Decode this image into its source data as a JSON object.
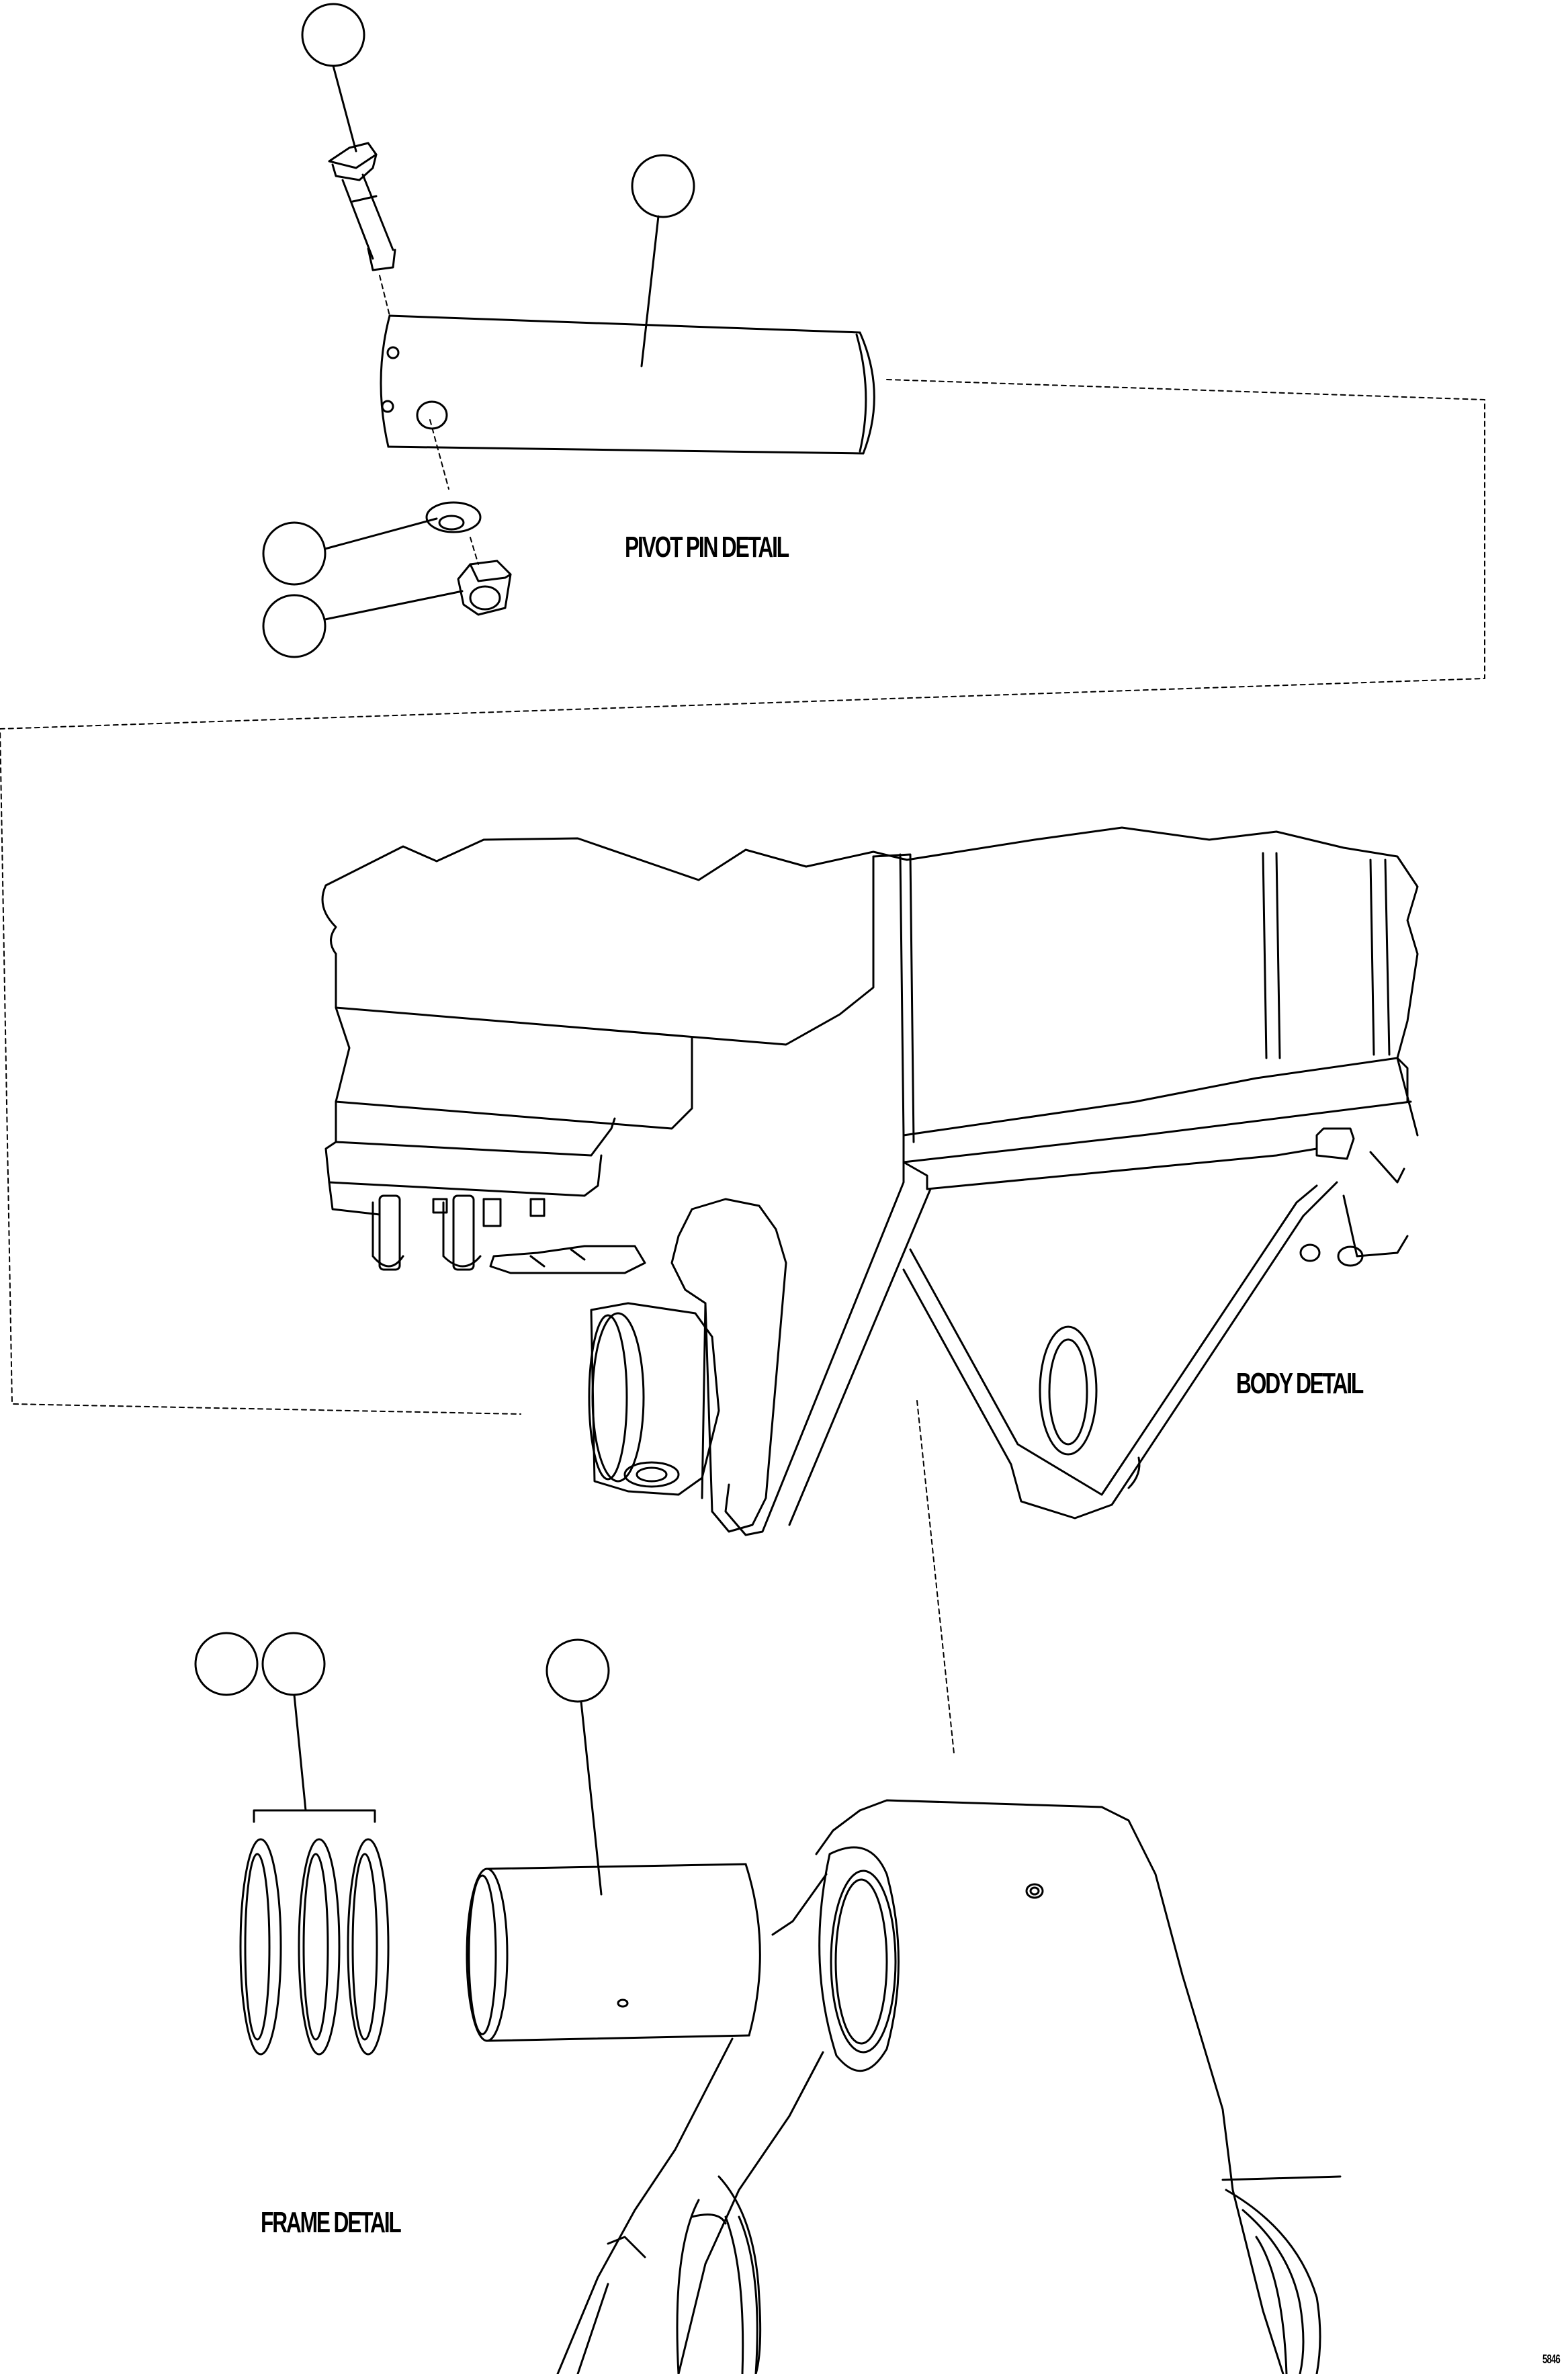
{
  "labels": {
    "pivot": "PIVOT PIN DETAIL",
    "body": "BODY DETAIL",
    "frame": "FRAME DETAIL",
    "code": "5846"
  },
  "colors": {
    "line": "#000000",
    "background": "#ffffff"
  }
}
